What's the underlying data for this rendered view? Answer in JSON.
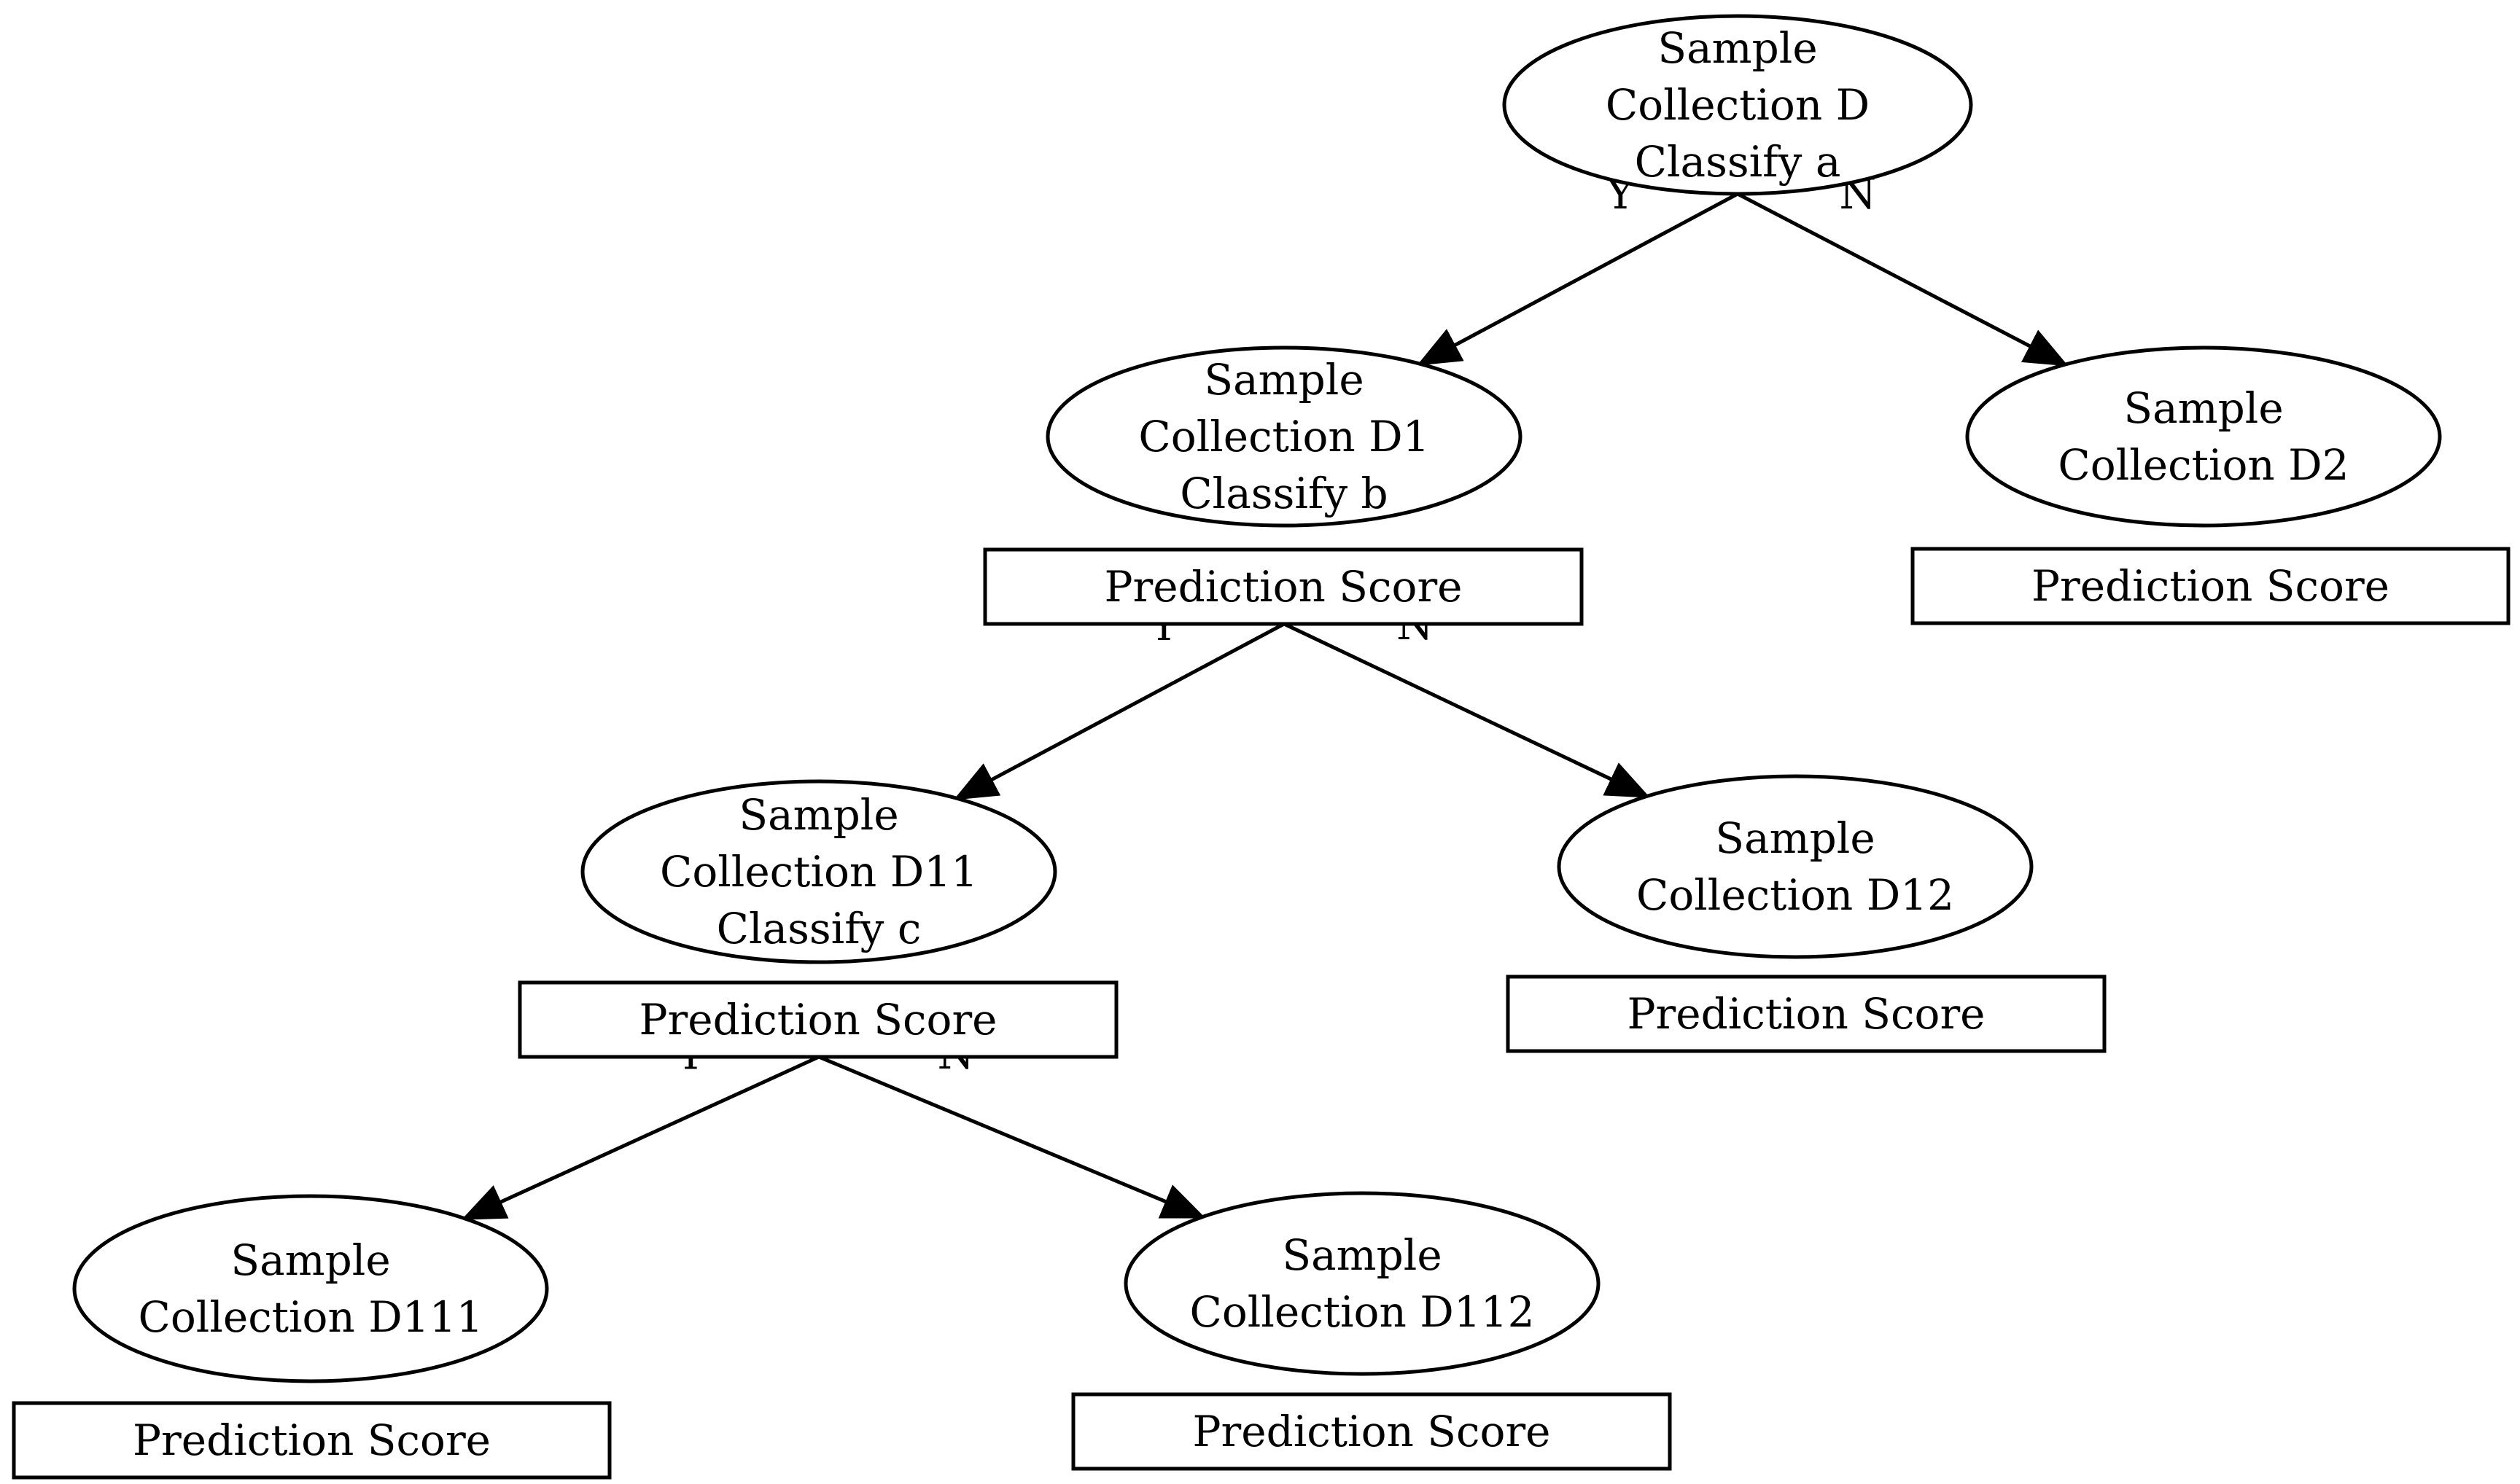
{
  "diagram": {
    "nodes": [
      {
        "id": "D",
        "lines": [
          "Sample",
          "Collection D",
          "Classify a"
        ]
      },
      {
        "id": "D1",
        "lines": [
          "Sample",
          "Collection D1",
          "Classify b"
        ],
        "score_label": "Prediction Score"
      },
      {
        "id": "D2",
        "lines": [
          "Sample",
          "Collection D2"
        ],
        "score_label": "Prediction Score"
      },
      {
        "id": "D11",
        "lines": [
          "Sample",
          "Collection D11",
          "Classify c"
        ],
        "score_label": "Prediction Score"
      },
      {
        "id": "D12",
        "lines": [
          "Sample",
          "Collection D12"
        ],
        "score_label": "Prediction Score"
      },
      {
        "id": "D111",
        "lines": [
          "Sample",
          "Collection D111"
        ],
        "score_label": "Prediction Score"
      },
      {
        "id": "D112",
        "lines": [
          "Sample",
          "Collection D112"
        ],
        "score_label": "Prediction Score"
      }
    ],
    "edges": [
      {
        "from": "D",
        "to": "D1",
        "label": "Y"
      },
      {
        "from": "D",
        "to": "D2",
        "label": "N"
      },
      {
        "from": "D1",
        "to": "D11",
        "label": "Y"
      },
      {
        "from": "D1",
        "to": "D12",
        "label": "N"
      },
      {
        "from": "D11",
        "to": "D111",
        "label": "Y"
      },
      {
        "from": "D11",
        "to": "D112",
        "label": "N"
      }
    ]
  }
}
